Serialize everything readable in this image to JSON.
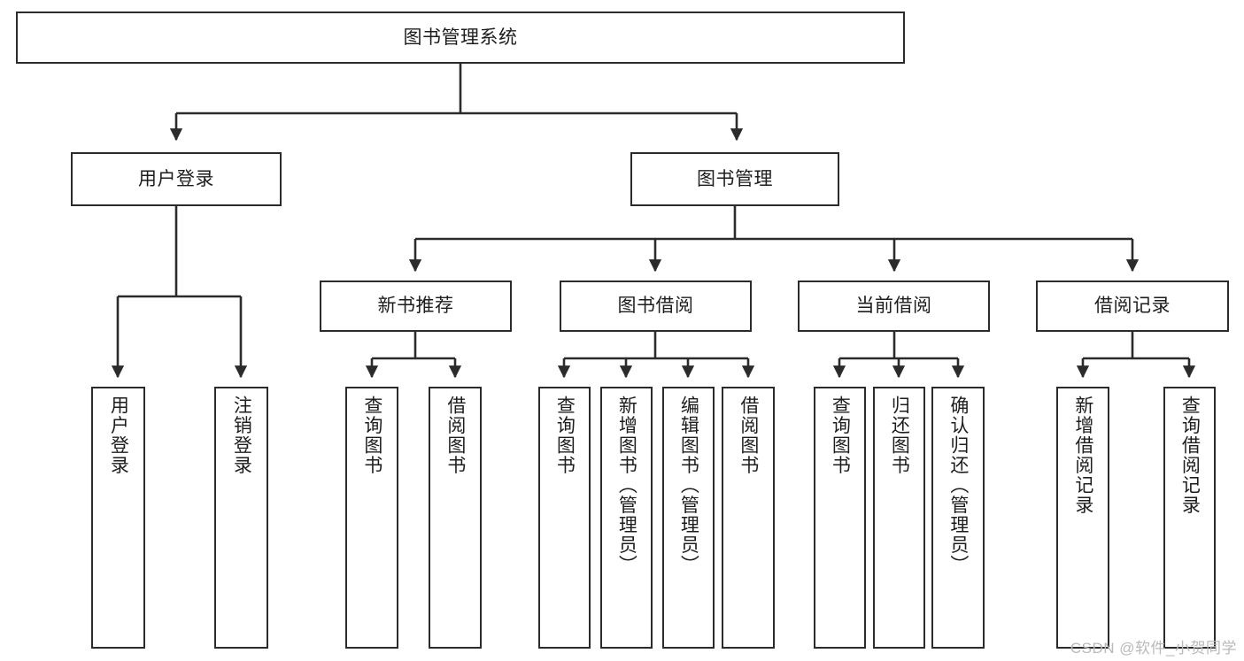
{
  "diagram": {
    "title": "图书管理系统",
    "type": "tree-hierarchy",
    "watermark": "CSDN @软件_小贺同学",
    "colors": {
      "stroke": "#2b2b2b",
      "background": "#ffffff",
      "text": "#1d1d1d",
      "watermark": "#b9b9b9"
    },
    "nodes": {
      "root": {
        "label": "图书管理系统"
      },
      "level2": [
        {
          "label": "用户登录"
        },
        {
          "label": "图书管理"
        }
      ],
      "level3": [
        {
          "label": "新书推荐"
        },
        {
          "label": "图书借阅"
        },
        {
          "label": "当前借阅"
        },
        {
          "label": "借阅记录"
        }
      ],
      "leaves": {
        "user_login": [
          {
            "label": "用户登录"
          },
          {
            "label": "注销登录"
          }
        ],
        "new_book_recommend": [
          {
            "label": "查询图书"
          },
          {
            "label": "借阅图书"
          }
        ],
        "book_borrow": [
          {
            "label": "查询图书"
          },
          {
            "label": "新增图书（管理员）"
          },
          {
            "label": "编辑图书（管理员）"
          },
          {
            "label": "借阅图书"
          }
        ],
        "current_borrow": [
          {
            "label": "查询图书"
          },
          {
            "label": "归还图书"
          },
          {
            "label": "确认归还（管理员）"
          }
        ],
        "borrow_record": [
          {
            "label": "新增借阅记录"
          },
          {
            "label": "查询借阅记录"
          }
        ]
      }
    }
  }
}
